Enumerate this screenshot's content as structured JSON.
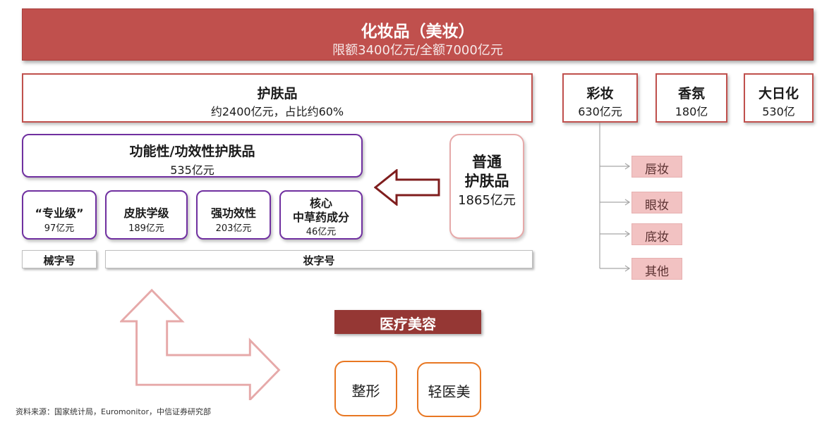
{
  "header": {
    "title": "化妆品（美妆）",
    "subtitle": "限额3400亿元/全额7000亿元"
  },
  "skincare": {
    "title": "护肤品",
    "value": "约2400亿元，占比约60%"
  },
  "categories": [
    {
      "name": "彩妆",
      "value": "630亿元"
    },
    {
      "name": "香氛",
      "value": "180亿"
    },
    {
      "name": "大日化",
      "value": "530亿"
    }
  ],
  "functional": {
    "title": "功能性/功效性护肤品",
    "value": "535亿元"
  },
  "functional_sub": [
    {
      "name": "“专业级”",
      "value": "97亿元"
    },
    {
      "name": "皮肤学级",
      "value": "189亿元"
    },
    {
      "name": "强功效性",
      "value": "203亿元"
    },
    {
      "name_line1": "核心",
      "name_line2": "中草药成分",
      "value": "46亿元"
    }
  ],
  "ordinary": {
    "line1": "普通",
    "line2": "护肤品",
    "value": "1865亿元"
  },
  "registration": {
    "device": "械字号",
    "cosmetic": "妆字号"
  },
  "makeup_items": [
    "唇妆",
    "眼妆",
    "底妆",
    "其他"
  ],
  "medical": {
    "title": "医疗美容",
    "items": [
      "整形",
      "轻医美"
    ]
  },
  "source": "资料来源：国家统计局，Euromonitor，中信证券研究部"
}
